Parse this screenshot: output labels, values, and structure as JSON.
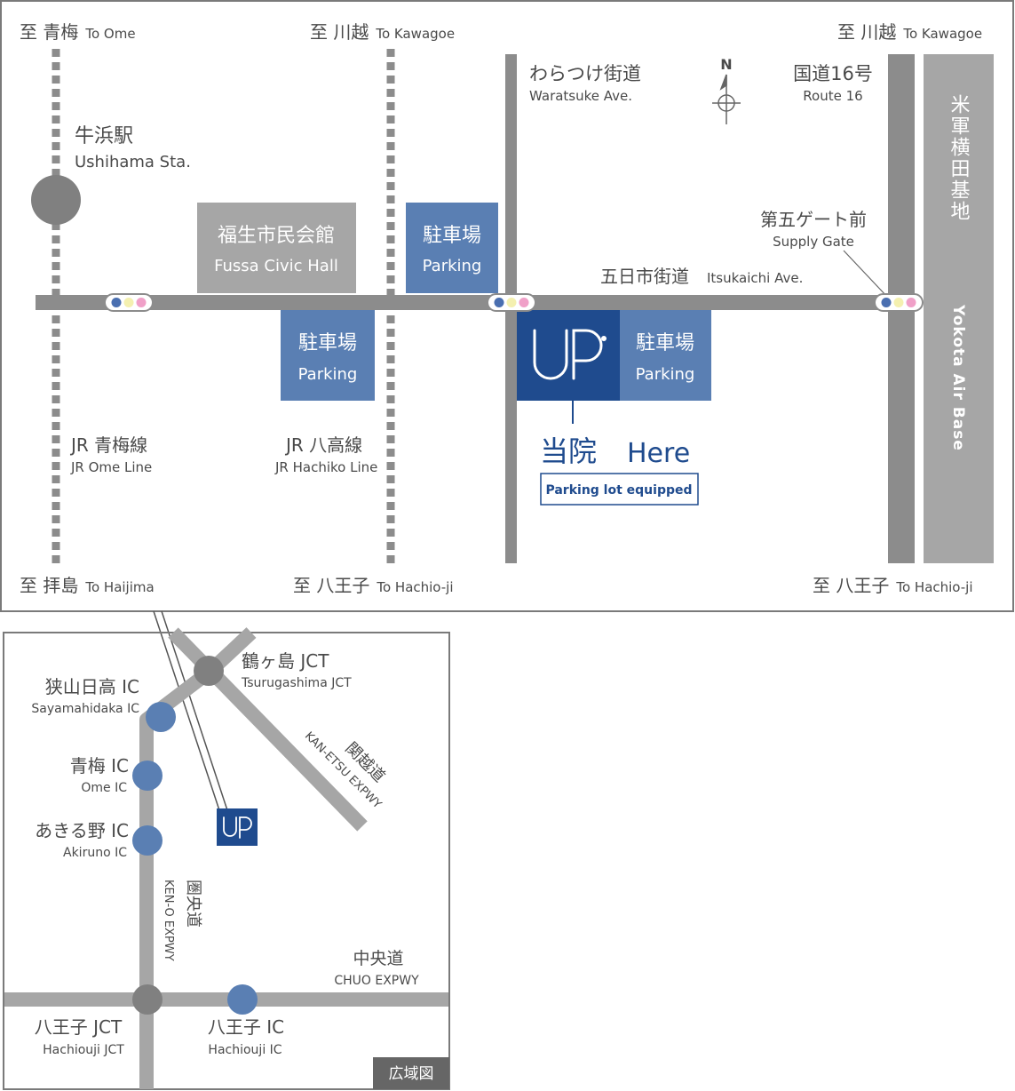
{
  "colors": {
    "road": "#8c8c8c",
    "road_light": "#a6a6a6",
    "rail": "#8c8c8c",
    "parking_box": "#5a7fb3",
    "clinic_box": "#1f4b8e",
    "civic_box": "#a6a6a6",
    "base_box": "#a6a6a6",
    "ic_dot": "#5a7fb3",
    "jct_dot": "#808080",
    "frame": "#7a7a7a",
    "light_blue": "#4a6fb0",
    "light_yellow": "#f4f0b0",
    "light_pink": "#f0a0c8"
  },
  "directions": {
    "top_left_jp": "至 青梅",
    "top_left_en": "To Ome",
    "top_mid_jp": "至 川越",
    "top_mid_en": "To Kawagoe",
    "top_right_jp": "至 川越",
    "top_right_en": "To Kawagoe",
    "bottom_left_jp": "至 拝島",
    "bottom_left_en": "To Haijima",
    "bottom_mid_jp": "至 八王子",
    "bottom_mid_en": "To Hachio-ji",
    "bottom_right_jp": "至 八王子",
    "bottom_right_en": "To Hachio-ji"
  },
  "compass": {
    "north": "N"
  },
  "labels": {
    "station_jp": "牛浜駅",
    "station_en": "Ushihama  Sta.",
    "waratsuke_jp": "わらつけ街道",
    "waratsuke_en": "Waratsuke  Ave.",
    "route16_jp": "国道16号",
    "route16_en": "Route 16",
    "gate_jp": "第五ゲート前",
    "gate_en": "Supply Gate",
    "itsukaichi_jp": "五日市街道",
    "itsukaichi_en": "Itsukaichi Ave.",
    "ome_line_jp": "JR 青梅線",
    "ome_line_en": "JR Ome Line",
    "hachiko_line_jp": "JR 八高線",
    "hachiko_line_en": "JR Hachiko Line",
    "here_jp": "当院",
    "here_en": "Here",
    "parking_equipped": "Parking lot equipped"
  },
  "boxes": {
    "civic_jp": "福生市民会館",
    "civic_en": "Fussa Civic Hall",
    "parking_jp": "駐車場",
    "parking_en": "Parking",
    "base_jp": "米軍横田基地",
    "base_en": "Yokota Air Base",
    "clinic_logo": "UP"
  },
  "wide_map": {
    "badge": "広域図",
    "tsurugashima_jp": "鶴ヶ島 JCT",
    "tsurugashima_en": "Tsurugashima JCT",
    "sayama_jp": "狭山日高 IC",
    "sayama_en": "Sayamahidaka IC",
    "ome_ic_jp": "青梅 IC",
    "ome_ic_en": "Ome IC",
    "akiruno_jp": "あきる野 IC",
    "akiruno_en": "Akiruno IC",
    "kanetsu_jp": "関越道",
    "kanetsu_en": "KAN-ETSU EXPWY",
    "keno_jp": "圏央道",
    "keno_en": "KEN-O EXPWY",
    "chuo_jp": "中央道",
    "chuo_en": "CHUO EXPWY",
    "hachioji_jct_jp": "八王子 JCT",
    "hachioji_jct_en": "Hachiouji JCT",
    "hachioji_ic_jp": "八王子 IC",
    "hachioji_ic_en": "Hachiouji IC"
  }
}
